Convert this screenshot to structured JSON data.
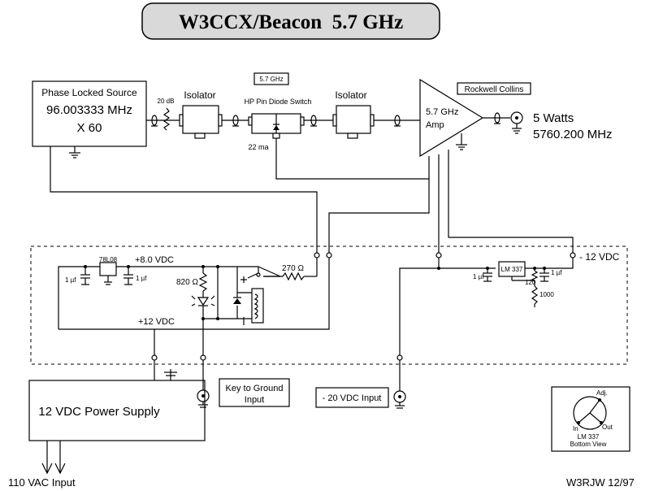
{
  "title": "W3CCX/Beacon  5.7 GHz",
  "blocks": {
    "source_line1": "Phase Locked Source",
    "source_line2": "96.003333 MHz",
    "source_line3": "X 60",
    "attenuator": "20 dB",
    "isolator1": "Isolator",
    "switch": "HP Pin Diode Switch",
    "switch_freq": "5.7 GHz",
    "switch_current": "22 ma",
    "isolator2": "Isolator",
    "amp_line1": "5.7 GHz",
    "amp_line2": "Amp",
    "amp_maker": "Rockwell Collins",
    "output_power": "5 Watts",
    "output_freq": "5760.200 MHz"
  },
  "control": {
    "regulator": "78L08",
    "cap1": "1 µf",
    "cap2": "1 µf",
    "v8": "+8.0 VDC",
    "r820": "820 Ω",
    "r270": "270 Ω",
    "v12": "+12 VDC",
    "lm337": "LM 337",
    "cap3": "1 µf",
    "cap4": "1 µf",
    "r120": "120",
    "r1000": "1000",
    "vneg12": "- 12 VDC"
  },
  "bottom": {
    "psu": "12 VDC Power Supply",
    "ac_input": "110 VAC Input",
    "key_line1": "Key to Ground",
    "key_line2": "Input",
    "neg20_input": "- 20 VDC Input",
    "pinout_adj": "Adj.",
    "pinout_in": "In",
    "pinout_out": "Out",
    "pinout_line1": "LM 337",
    "pinout_line2": "Bottom View",
    "author": "W3RJW 12/97"
  }
}
